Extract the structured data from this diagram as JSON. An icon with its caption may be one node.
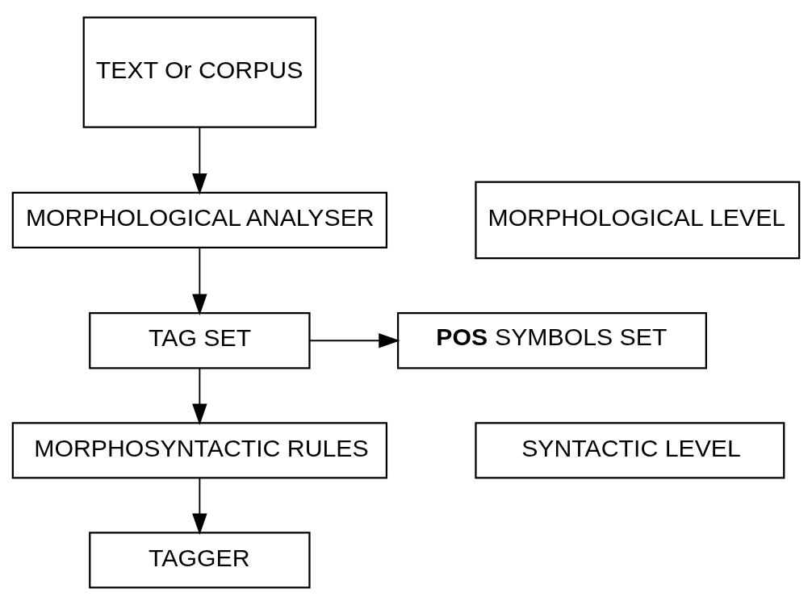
{
  "diagram": {
    "nodes": [
      {
        "text": [
          "TEXT Or CORPUS"
        ]
      },
      {
        "text": [
          "MORPHOLOGICAL LEVEL"
        ]
      },
      {
        "text": [
          "MORPHOLOGICAL ANALYSER"
        ]
      },
      {
        "text": [
          "TAG SET"
        ]
      },
      {
        "text": [
          "**POS** SYMBOLS SET"
        ]
      },
      {
        "text": [
          "MORPHOSYNTACTIC RULES"
        ]
      },
      {
        "text": [
          "SYNTACTIC LEVEL"
        ]
      },
      {
        "text": [
          "TAGGER"
        ]
      }
    ],
    "edges": [
      {
        "from": 0,
        "to": 2,
        "arrow": "to"
      },
      {
        "from": 2,
        "to": 3,
        "arrow": "to"
      },
      {
        "from": 3,
        "to": 4,
        "arrow": "to"
      },
      {
        "from": 3,
        "to": 5,
        "arrow": "to"
      },
      {
        "from": 5,
        "to": 7,
        "arrow": "to"
      }
    ]
  }
}
